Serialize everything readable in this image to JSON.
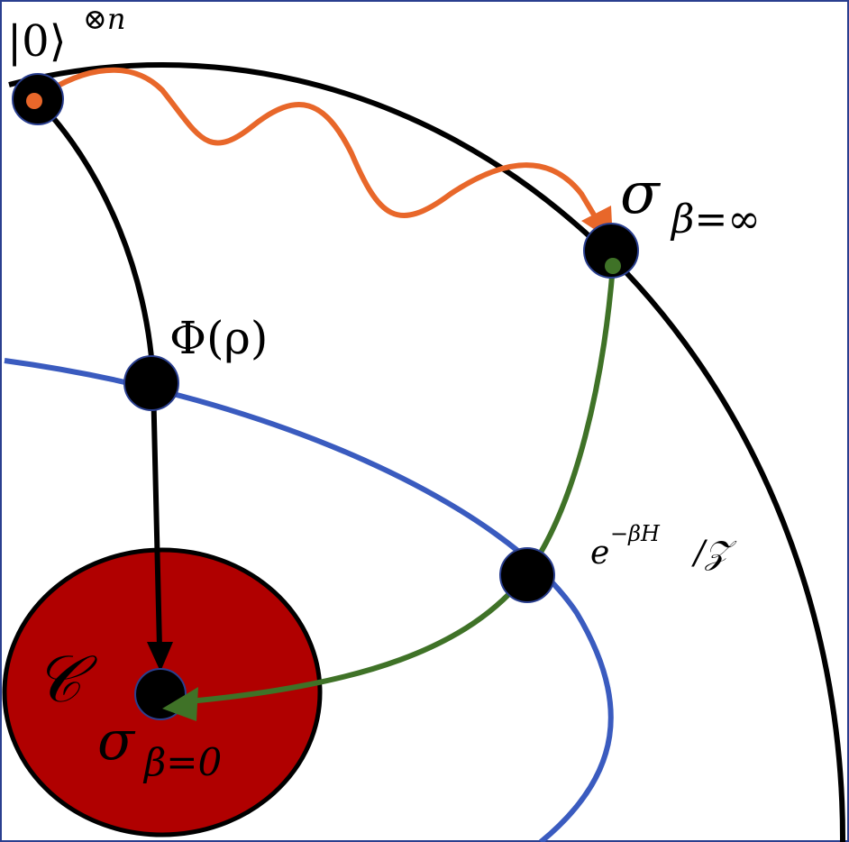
{
  "labels": {
    "initial_state": "|0⟩",
    "initial_state_sup": "⊗n",
    "sigma_inf": "σ",
    "sigma_inf_sub": "β=∞",
    "phi_rho": "Φ(ρ)",
    "gibbs_base": "e",
    "gibbs_sup": "−βH",
    "gibbs_tail": "/𝒵",
    "set_c": "𝒞",
    "sigma_zero": "σ",
    "sigma_zero_sub": "β=0"
  },
  "colors": {
    "outer_arc": "#000000",
    "blue_curve": "#3a5bbf",
    "orange_path": "#e8672a",
    "green_path": "#3f7227",
    "red_region": "#b00000",
    "node_fill": "#000000",
    "node_stroke": "#2a3f8f",
    "frame": "#2a3f8f"
  }
}
